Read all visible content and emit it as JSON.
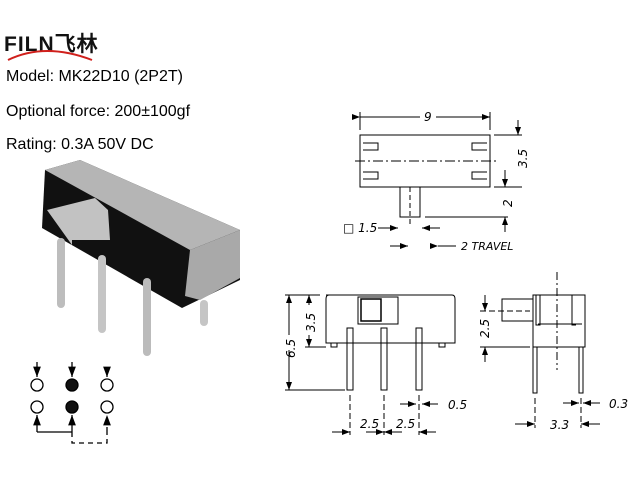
{
  "brand": {
    "name": "FILN",
    "cn": "飞林",
    "accent": "#d0201c"
  },
  "specs": {
    "model": "Model: MK22D10 (2P2T)",
    "force": "Optional force: 200±100gf",
    "rating": "Rating: 0.3A  50V  DC"
  },
  "dimensions": {
    "top_width": "9",
    "top_height": "3.5",
    "shaft_length": "2",
    "shaft_square": "□ 1.5",
    "travel": "2 TRAVEL",
    "front_total_height": "6.5",
    "front_body_height": "3.5",
    "pin_width": "0.5",
    "pitch_1": "2.5",
    "pitch_2": "2.5",
    "side_actuator_height": "2.5",
    "side_pin_thickness": "0.3",
    "side_pin_spacing": "3.3"
  }
}
